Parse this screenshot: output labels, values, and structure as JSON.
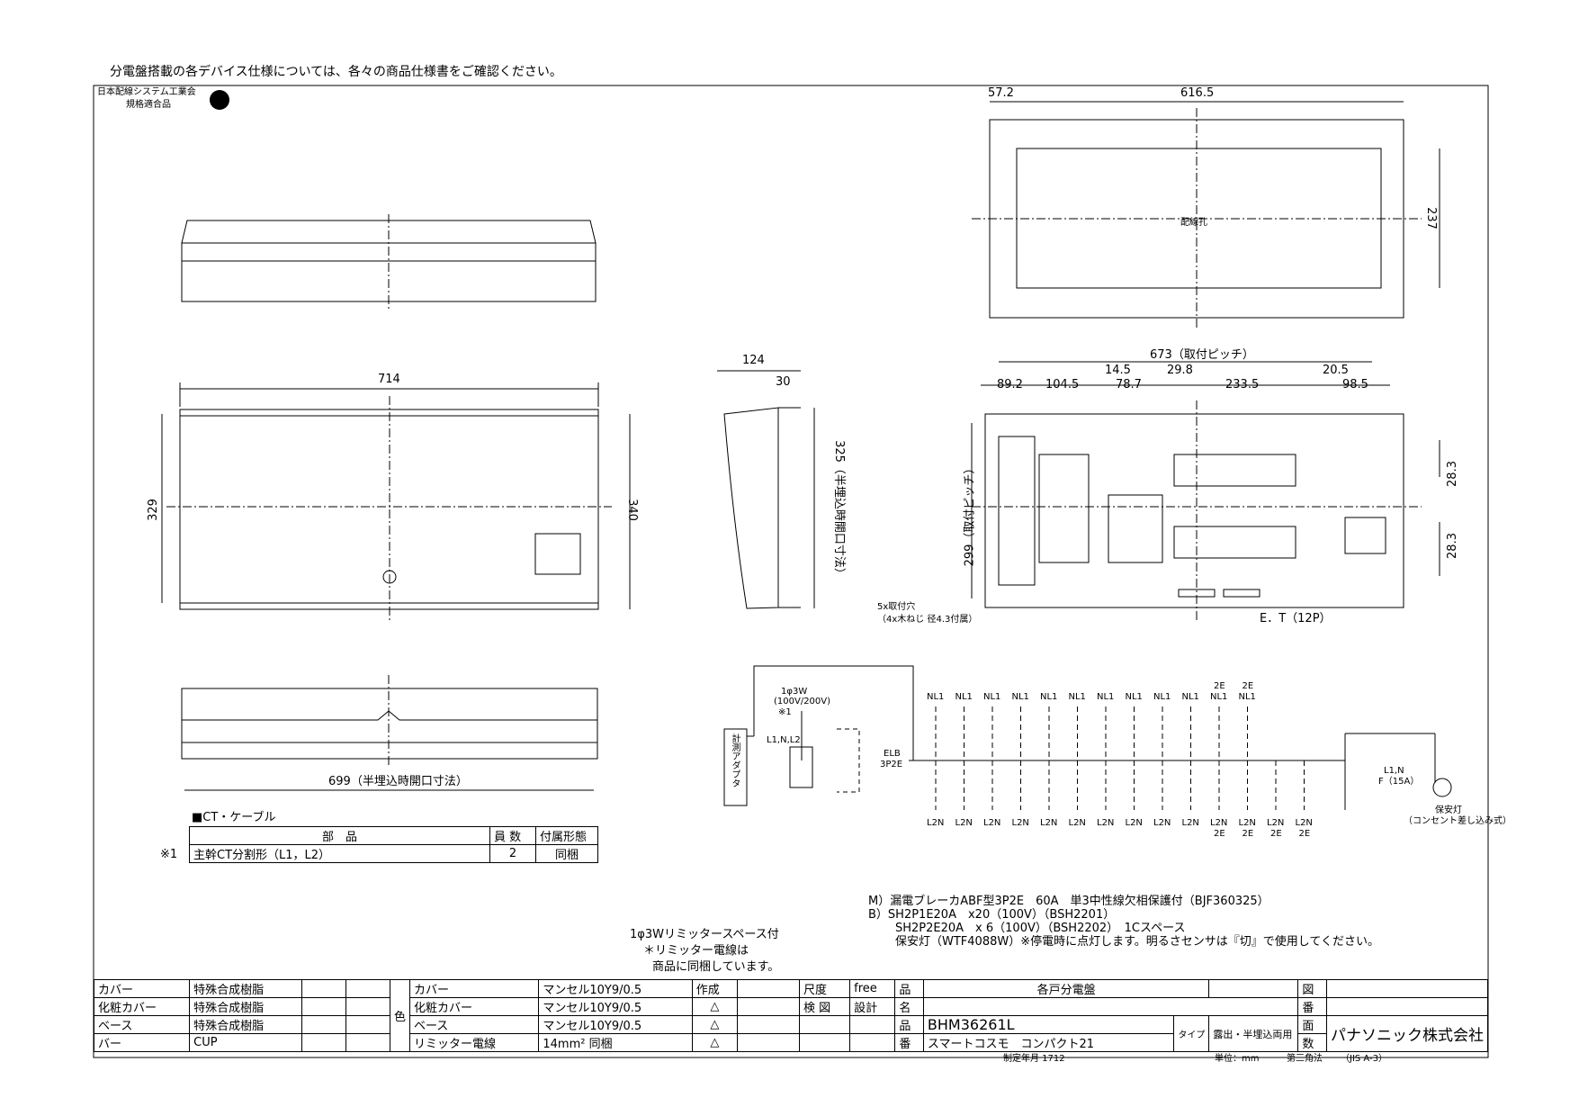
{
  "header": {
    "note": "分電盤搭載の各デバイス仕様については、各々の商品仕様書をご確認ください。",
    "assoc_line1": "日本配線システム工業会",
    "assoc_line2": "規格適合品"
  },
  "dims": {
    "front_width": "714",
    "front_h_left": "329",
    "front_h_right": "340",
    "opening_width": "699（半埋込時開口寸法）",
    "side_depth": "124",
    "side_30": "30",
    "side_height": "325（半埋込時開口寸法）",
    "top_57": "57.2",
    "top_616": "616.5",
    "top_237": "237",
    "top_hole": "配線孔",
    "pitch_673": "673（取付ピッチ）",
    "d_89": "89.2",
    "d_104": "104.5",
    "d_14": "14.5",
    "d_78": "78.7",
    "d_29": "29.8",
    "d_233": "233.5",
    "d_20": "20.5",
    "d_98": "98.5",
    "pitch_299": "299（取付ピッチ）",
    "d_28a": "28.3",
    "d_28b": "28.3",
    "mount_hole1": "5x取付穴",
    "mount_hole2": "（4x木ねじ 径4.3付属）",
    "et": "E．T（12P）"
  },
  "wiring": {
    "meter_adapter": "計測アダプタ",
    "phase1": "1φ3W",
    "phase2": "(100V/200V)",
    "note_star": "※1",
    "lines": "L1,N,L2",
    "elb1": "ELB",
    "elb2": "3P2E",
    "nl_labels": [
      "NL1",
      "NL1",
      "NL1",
      "NL1",
      "NL1",
      "NL1",
      "NL1",
      "NL1",
      "NL1",
      "NL1",
      "NL1",
      "NL1"
    ],
    "l2n_labels": [
      "L2N",
      "L2N",
      "L2N",
      "L2N",
      "L2N",
      "L2N",
      "L2N",
      "L2N",
      "L2N",
      "L2N",
      "L2N",
      "L2N",
      "L2N",
      "L2N"
    ],
    "two_e": "2E",
    "l1n": "L1,N",
    "f15": "F（15A）",
    "lamp1": "保安灯",
    "lamp2": "（コンセント差し込み式）"
  },
  "ct_table": {
    "title": "■CT・ケーブル",
    "headers": [
      "部　品",
      "員 数",
      "付属形態"
    ],
    "row_mark": "※1",
    "row": [
      "主幹CT分割形（L1，L2）",
      "2",
      "同梱"
    ]
  },
  "spec": {
    "line1": "M）漏電ブレーカABF型3P2E　60A　単3中性線欠相保護付（BJF360325）",
    "line2": "B）SH2P1E20A　x20（100V）（BSH2201）",
    "line3": "SH2P2E20A　x 6（100V）（BSH2202）　1Cスペース",
    "line4": "保安灯（WTF4088W）※停電時に点灯します。明るさセンサは『切』で使用してください。"
  },
  "limiter": {
    "line1": "1φ3Wリミッタースペース付",
    "line2": "＊リミッター電線は",
    "line3": "商品に同梱しています。"
  },
  "title_block": {
    "rows": [
      [
        "カバー",
        "特殊合成樹脂",
        "カバー",
        "マンセル10Y9/0.5",
        "△"
      ],
      [
        "化粧カバー",
        "特殊合成樹脂",
        "化粧カバー",
        "マンセル10Y9/0.5",
        "△"
      ],
      [
        "ベース",
        "特殊合成樹脂",
        "ベース",
        "マンセル10Y9/0.5",
        "△"
      ],
      [
        "バー",
        "CUP",
        "リミッター電線",
        "14mm² 同梱",
        "△"
      ]
    ],
    "color_label": "色",
    "made": "作成",
    "scale": "尺度",
    "scale_val": "free",
    "check": "検 図",
    "design": "設計",
    "hin": "品",
    "mei": "名",
    "ban": "番",
    "name": "各戸分電盤",
    "model": "BHM36261L",
    "series": "スマートコスモ　コンパクト21",
    "type": "タイプ",
    "mount": "露出・半埋込両用",
    "men": "面",
    "su": "数",
    "zu": "図",
    "zuban": "番",
    "company": "パナソニック株式会社",
    "date": "制定年月 1712",
    "unit": "単位：mm",
    "angle": "第三角法",
    "jis": "（JIS A-3）"
  }
}
